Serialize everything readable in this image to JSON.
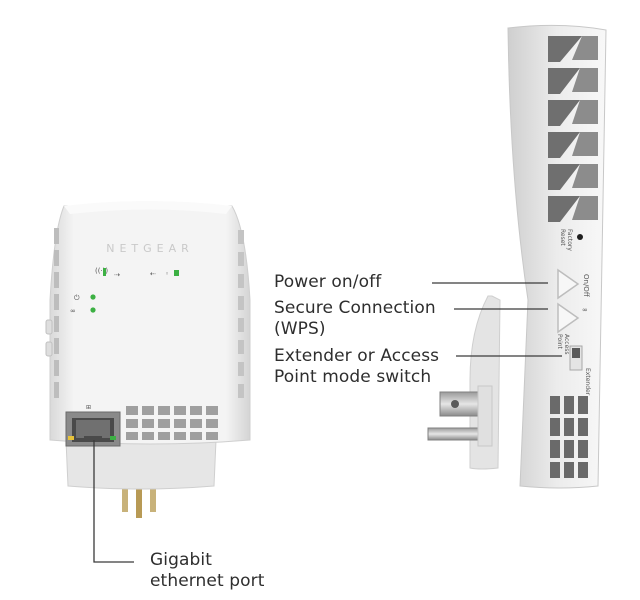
{
  "brand": "NETGEAR",
  "labels": {
    "power": "Power on/off",
    "wps": {
      "line1": "Secure Connection",
      "line2": "(WPS)"
    },
    "mode_switch": {
      "line1": "Extender or Access",
      "line2": "Point mode switch"
    },
    "ethernet": {
      "line1": "Gigabit",
      "line2": "ethernet port"
    }
  },
  "device_markings": {
    "factory_reset": {
      "line1": "Factory",
      "line2": "Reset"
    },
    "on_off": "On/Off",
    "access_point": {
      "line1": "Access",
      "line2": "Point"
    },
    "extender": "Extender"
  },
  "colors": {
    "led": "#3cb043",
    "leader_line": "#3a3a3a",
    "text": "#2e2e2e",
    "device_body": "#f2f2f2"
  },
  "icons": [
    "wifi-icon",
    "wps-icon",
    "power-led-icon",
    "ethernet-port-icon",
    "power-plug-icon"
  ]
}
